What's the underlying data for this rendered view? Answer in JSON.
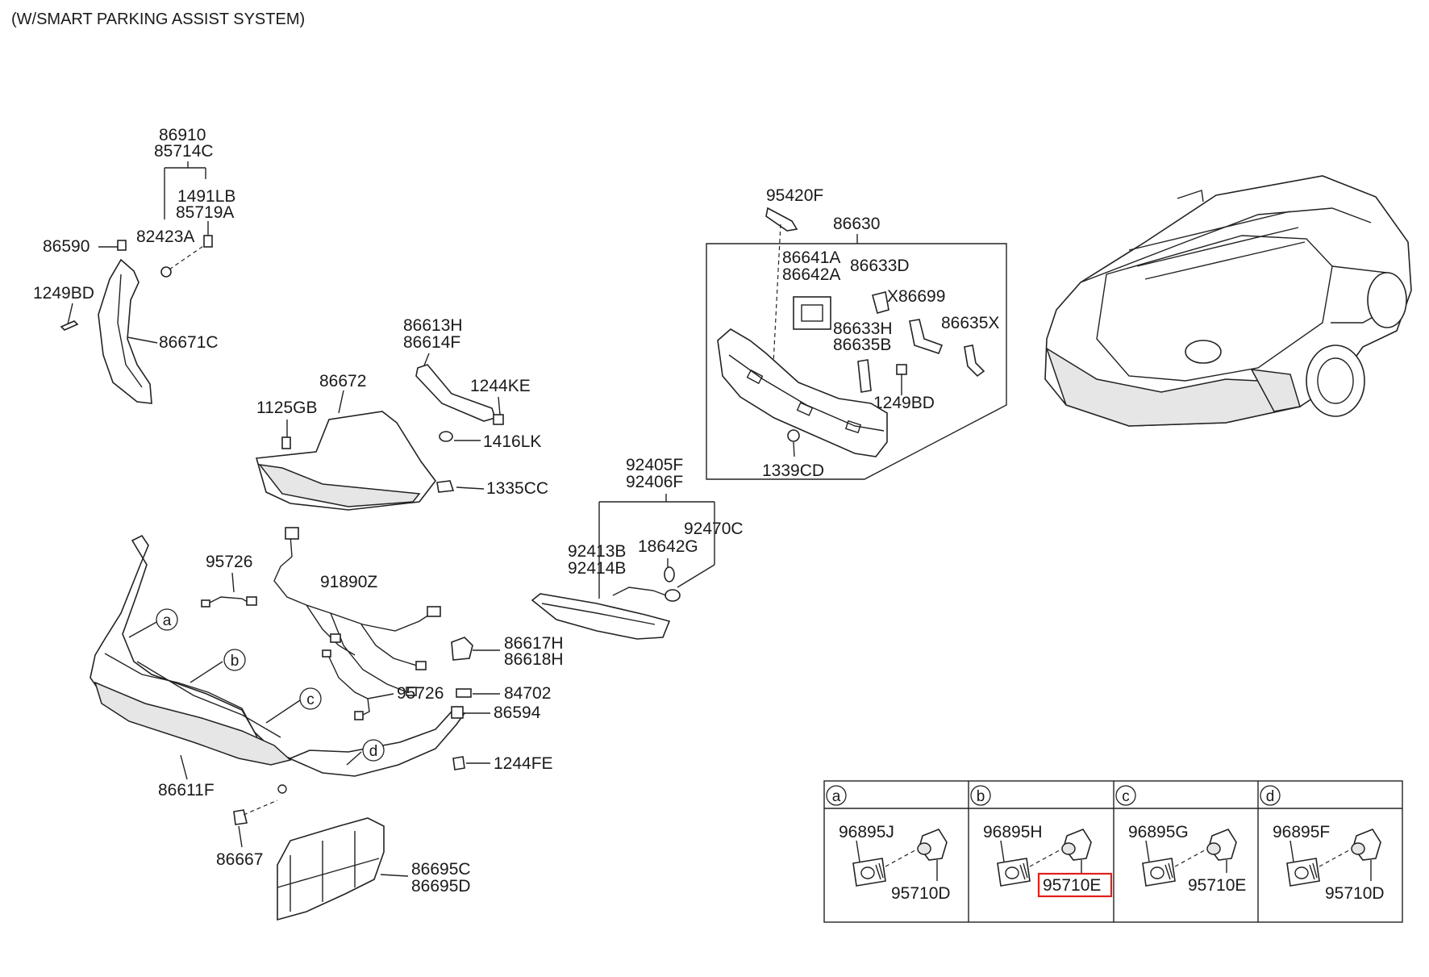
{
  "title": "(W/SMART PARKING ASSIST SYSTEM)",
  "labels": {
    "p86910": "86910",
    "p85714C": "85714C",
    "p1491LB": "1491LB",
    "p85719A": "85719A",
    "p82423A": "82423A",
    "p86590": "86590",
    "p1249BD_a": "1249BD",
    "p86671C": "86671C",
    "p86613H": "86613H",
    "p86614F": "86614F",
    "p86672": "86672",
    "p1244KE": "1244KE",
    "p1125GB": "1125GB",
    "p1416LK": "1416LK",
    "p1335CC": "1335CC",
    "p95420F": "95420F",
    "p86630": "86630",
    "p86641A": "86641A",
    "p86642A": "86642A",
    "p86633D": "86633D",
    "pX86699": "X86699",
    "p86633H": "86633H",
    "p86635B": "86635B",
    "p86635X": "86635X",
    "p1249BD_b": "1249BD",
    "p1339CD": "1339CD",
    "p92405F": "92405F",
    "p92406F": "92406F",
    "p92470C": "92470C",
    "p92413B": "92413B",
    "p92414B": "92414B",
    "p18642G": "18642G",
    "p95726_a": "95726",
    "p91890Z": "91890Z",
    "p86617H": "86617H",
    "p86618H": "86618H",
    "p95726_b": "95726",
    "p84702": "84702",
    "p86594": "86594",
    "p1244FE": "1244FE",
    "p86611F": "86611F",
    "p86667": "86667",
    "p86695C": "86695C",
    "p86695D": "86695D"
  },
  "callouts": [
    "a",
    "b",
    "c",
    "d"
  ],
  "detail_table": [
    {
      "letter": "a",
      "bezel": "96895J",
      "sensor": "95710D",
      "highlighted": false
    },
    {
      "letter": "b",
      "bezel": "96895H",
      "sensor": "95710E",
      "highlighted": true
    },
    {
      "letter": "c",
      "bezel": "96895G",
      "sensor": "95710E",
      "highlighted": false
    },
    {
      "letter": "d",
      "bezel": "96895F",
      "sensor": "95710D",
      "highlighted": false
    }
  ],
  "colors": {
    "line": "#222222",
    "highlight": "#e0201b",
    "shade": "#e6e6e6"
  }
}
